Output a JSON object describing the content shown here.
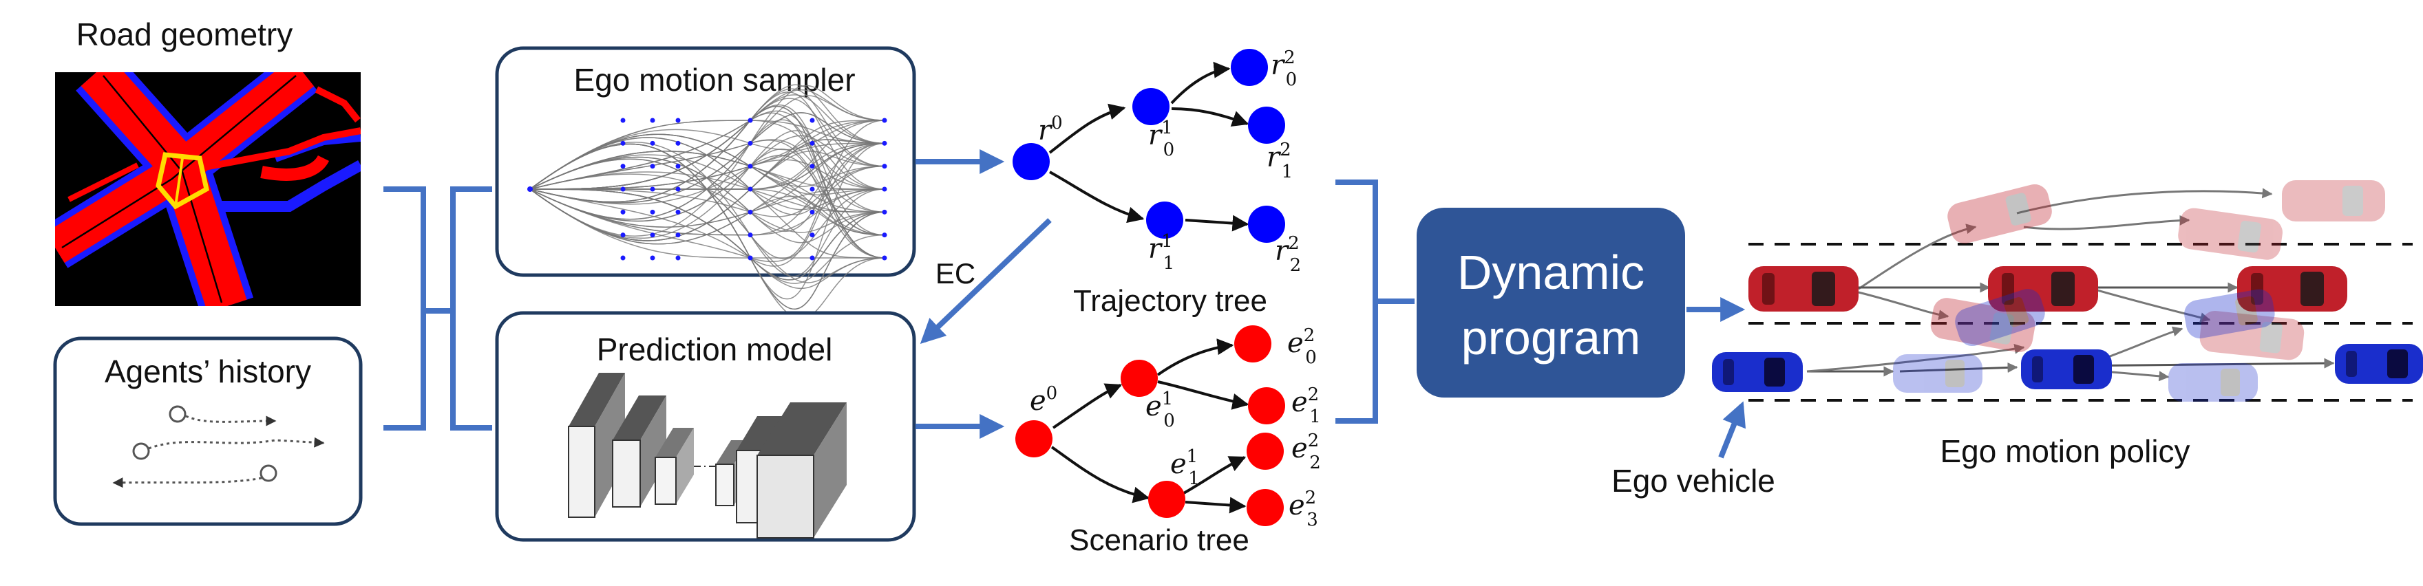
{
  "inputs": {
    "road_geometry": {
      "label": "Road geometry"
    },
    "agents_history": {
      "label": "Agents’ history"
    }
  },
  "modules": {
    "ego_motion_sampler": {
      "label": "Ego motion sampler"
    },
    "prediction_model": {
      "label": "Prediction model"
    },
    "dynamic_program": {
      "line1": "Dynamic",
      "line2": "program"
    }
  },
  "trees": {
    "ec_label": "EC",
    "trajectory_tree": {
      "label": "Trajectory tree",
      "root": "r",
      "root_sup": "0",
      "nodes": [
        {
          "base": "r",
          "sup": "1",
          "sub": "0"
        },
        {
          "base": "r",
          "sup": "1",
          "sub": "1"
        },
        {
          "base": "r",
          "sup": "2",
          "sub": "0"
        },
        {
          "base": "r",
          "sup": "2",
          "sub": "1"
        },
        {
          "base": "r",
          "sup": "2",
          "sub": "2"
        }
      ]
    },
    "scenario_tree": {
      "label": "Scenario tree",
      "root": "e",
      "root_sup": "0",
      "nodes": [
        {
          "base": "e",
          "sup": "1",
          "sub": "0"
        },
        {
          "base": "e",
          "sup": "1",
          "sub": "1"
        },
        {
          "base": "e",
          "sup": "2",
          "sub": "0"
        },
        {
          "base": "e",
          "sup": "2",
          "sub": "1"
        },
        {
          "base": "e",
          "sup": "2",
          "sub": "2"
        },
        {
          "base": "e",
          "sup": "2",
          "sub": "3"
        }
      ]
    }
  },
  "outputs": {
    "ego_vehicle": "Ego vehicle",
    "ego_motion_policy": "Ego motion policy"
  },
  "colors": {
    "accent": "#4472c4",
    "box_border": "#1f3a5f",
    "dynamic_program_fill": "#2f5597",
    "trajectory_node": "#0000ff",
    "scenario_node": "#ff0000",
    "ego_car": "#1a2ecc",
    "other_car": "#c0202a",
    "map_lane": "#ff0000",
    "map_boundary": "#1a1aff",
    "map_intersection": "#ffdd00"
  }
}
